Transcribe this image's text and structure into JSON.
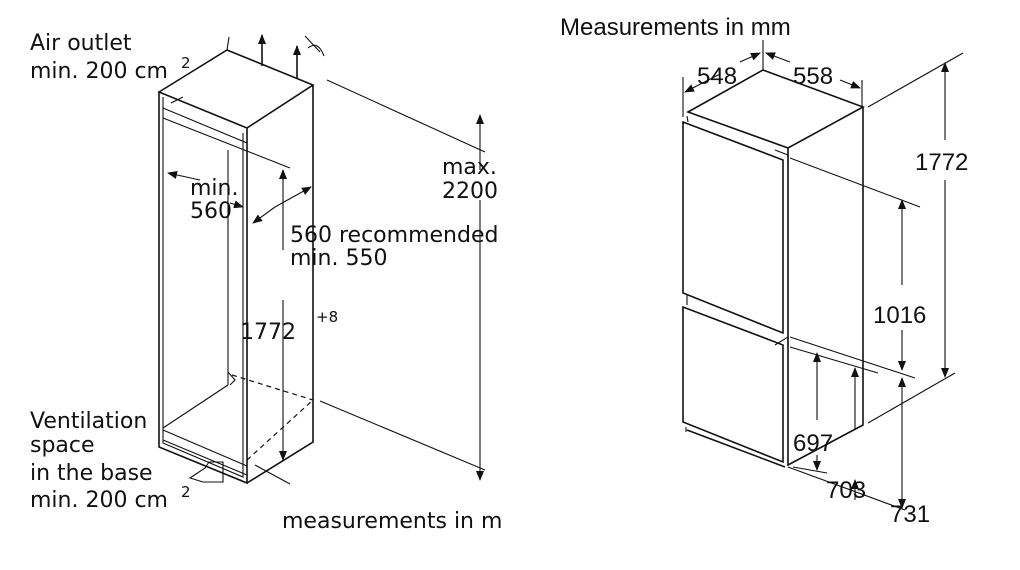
{
  "niche": {
    "air_outlet": [
      "Air outlet",
      "min. 200 cm"
    ],
    "air_outlet_sup": "2",
    "ventilation": [
      "Ventilation",
      "space",
      "in the base",
      "min. 200 cm"
    ],
    "ventilation_sup": "2",
    "width_min": [
      "min.",
      "560"
    ],
    "depth": [
      "560 recommended",
      "min. 550"
    ],
    "height": "1772",
    "height_tol": "+8",
    "max_height": [
      "max.",
      "2200"
    ],
    "units": "measurements in m"
  },
  "appliance": {
    "title": "Measurements in mm",
    "depth": "548",
    "width": "558",
    "height": "1772",
    "upper": "1016",
    "d697": "697",
    "d703": "703",
    "d731": "731"
  }
}
